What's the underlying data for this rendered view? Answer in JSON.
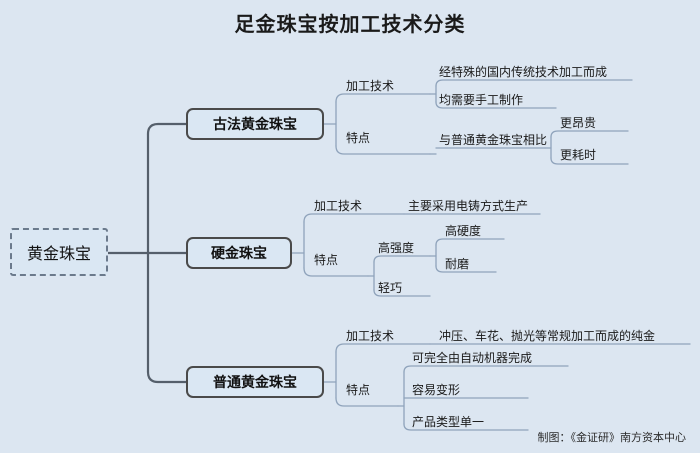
{
  "title": "足金珠宝按加工技术分类",
  "credit": "制图：《金证研》南方资本中心",
  "colors": {
    "background": "#dce6f1",
    "node_fill": "#dae7f3",
    "node_border": "#4a4a4a",
    "root_border": "#6b7a8c",
    "connector_main": "#555f6b",
    "connector_sub": "#8fa3bb",
    "text": "#1a1a1a"
  },
  "root": {
    "label": "黄金珠宝"
  },
  "branches": [
    {
      "label": "古法黄金珠宝",
      "categories": [
        {
          "label": "加工技术",
          "items": [
            {
              "label": "经特殊的国内传统技术加工而成",
              "children": []
            },
            {
              "label": "均需要手工制作",
              "children": []
            }
          ]
        },
        {
          "label": "特点",
          "items": [
            {
              "label": "与普通黄金珠宝相比",
              "children": [
                "更昂贵",
                "更耗时"
              ]
            }
          ]
        }
      ]
    },
    {
      "label": "硬金珠宝",
      "categories": [
        {
          "label": "加工技术",
          "items": [
            {
              "label": "主要采用电铸方式生产",
              "children": []
            }
          ]
        },
        {
          "label": "特点",
          "items": [
            {
              "label": "高强度",
              "children": [
                "高硬度",
                "耐磨"
              ]
            },
            {
              "label": "轻巧",
              "children": []
            }
          ]
        }
      ]
    },
    {
      "label": "普通黄金珠宝",
      "categories": [
        {
          "label": "加工技术",
          "items": [
            {
              "label": "冲压、车花、抛光等常规加工而成的纯金",
              "children": []
            }
          ]
        },
        {
          "label": "特点",
          "items": [
            {
              "label": "可完全由自动机器完成",
              "children": []
            },
            {
              "label": "容易变形",
              "children": []
            },
            {
              "label": "产品类型单一",
              "children": []
            }
          ]
        }
      ]
    }
  ]
}
